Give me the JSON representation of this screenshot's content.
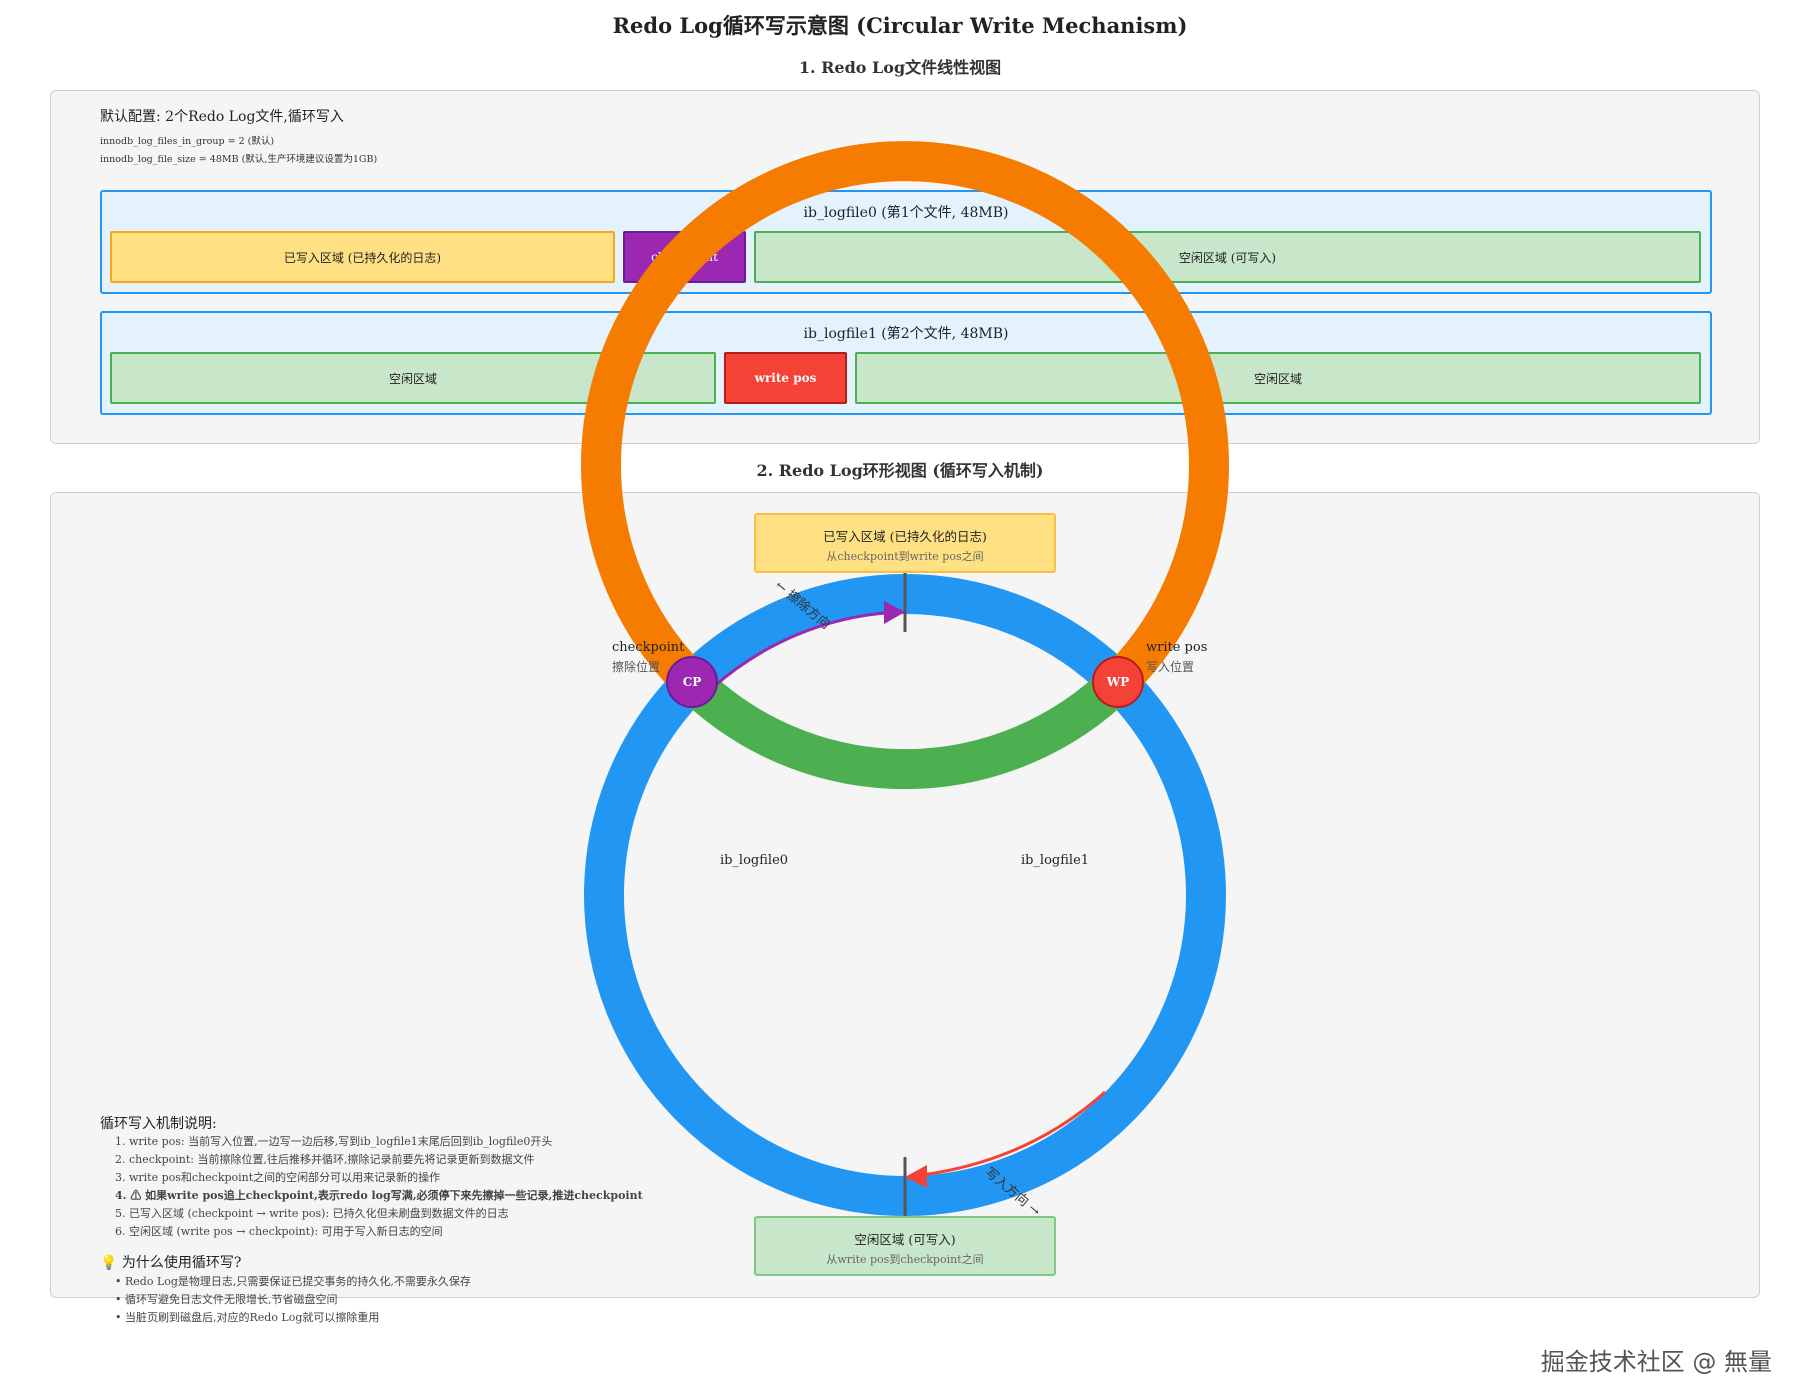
{
  "title": "Redo Log循环写示意图 (Circular Write Mechanism)",
  "section1": {
    "heading": "1. Redo Log文件线性视图",
    "config_title": "默认配置: 2个Redo Log文件,循环写入",
    "config_line1": "innodb_log_files_in_group = 2 (默认)",
    "config_line2": "innodb_log_file_size = 48MB (默认,生产环境建议设置为1GB)",
    "file0": {
      "label": "ib_logfile0 (第1个文件, 48MB)",
      "written": "已写入区域 (已持久化的日志)",
      "checkpoint": "checkpoint",
      "free": "空闲区域 (可写入)"
    },
    "file1": {
      "label": "ib_logfile1 (第2个文件, 48MB)",
      "free_left": "空闲区域",
      "write_pos": "write pos",
      "free_right": "空闲区域"
    }
  },
  "section2": {
    "heading": "2. Redo Log环形视图 (循环写入机制)",
    "written_box": {
      "line1": "已写入区域 (已持久化的日志)",
      "line2": "从checkpoint到write pos之间"
    },
    "free_box": {
      "line1": "空闲区域 (可写入)",
      "line2": "从write pos到checkpoint之间"
    },
    "checkpoint_label": "checkpoint",
    "checkpoint_sub": "擦除位置",
    "write_pos_label": "write pos",
    "write_pos_sub": "写入位置",
    "cp_short": "CP",
    "wp_short": "WP",
    "erase_direction": "← 擦除方向",
    "write_direction": "写入方向 →",
    "ring_label_left": "ib_logfile0",
    "ring_label_right": "ib_logfile1"
  },
  "explanation": {
    "title": "循环写入机制说明:",
    "items": [
      "1. write pos: 当前写入位置,一边写一边后移,写到ib_logfile1末尾后回到ib_logfile0开头",
      "2. checkpoint: 当前擦除位置,往后推移并循环,擦除记录前要先将记录更新到数据文件",
      "3. write pos和checkpoint之间的空闲部分可以用来记录新的操作",
      "4. ⚠ 如果write pos追上checkpoint,表示redo log写满,必须停下来先擦掉一些记录,推进checkpoint",
      "5. 已写入区域 (checkpoint → write pos): 已持久化但未刷盘到数据文件的日志",
      "6. 空闲区域 (write pos → checkpoint): 可用于写入新日志的空间"
    ]
  },
  "why": {
    "icon": "💡",
    "title": "为什么使用循环写?",
    "items": [
      "• Redo Log是物理日志,只需要保证已提交事务的持久化,不需要永久保存",
      "• 循环写避免日志文件无限增长,节省磁盘空间",
      "• 当脏页刷到磁盘后,对应的Redo Log就可以擦除重用"
    ]
  },
  "watermark": "掘金技术社区 @ 無量",
  "colors": {
    "orange": "#f57c00",
    "blue": "#2196f3",
    "green": "#4caf50",
    "purple": "#9c27b0",
    "red": "#f44336",
    "yellow": "#ffe082"
  }
}
